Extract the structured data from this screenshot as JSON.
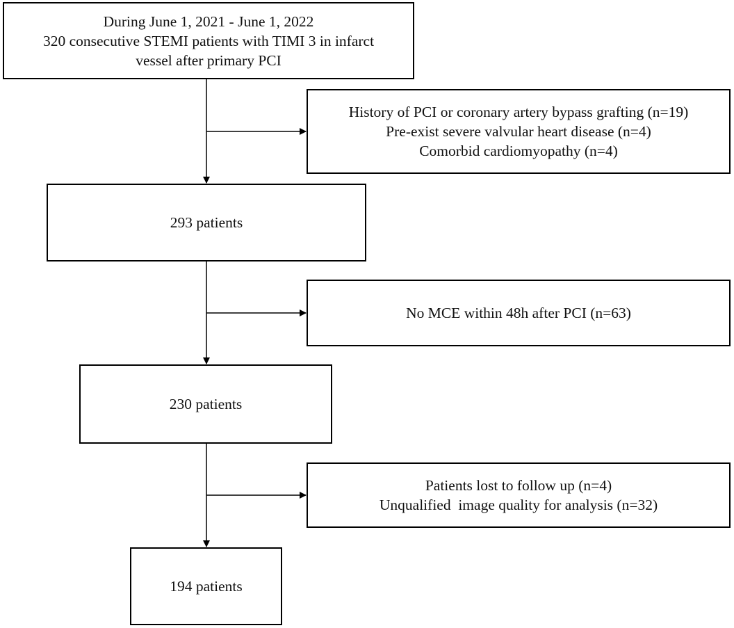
{
  "start": {
    "lines": [
      "During June 1, 2021 - June 1, 2022",
      "320 consecutive STEMI patients with TIMI 3 in infarct",
      "vessel after primary PCI"
    ]
  },
  "exclusion_1": {
    "lines": [
      "History of PCI or coronary artery bypass grafting (n=19)",
      "Pre-exist severe valvular heart disease (n=4)",
      "Comorbid cardiomyopathy (n=4)"
    ]
  },
  "step_2": {
    "label": "293 patients"
  },
  "exclusion_2": {
    "lines": [
      "No MCE within 48h after PCI (n=63)"
    ]
  },
  "step_3": {
    "label": "230 patients"
  },
  "exclusion_3": {
    "lines": [
      "Patients lost to follow up (n=4)",
      "Unqualified  image quality for analysis (n=32)"
    ]
  },
  "final": {
    "label": "194 patients"
  }
}
